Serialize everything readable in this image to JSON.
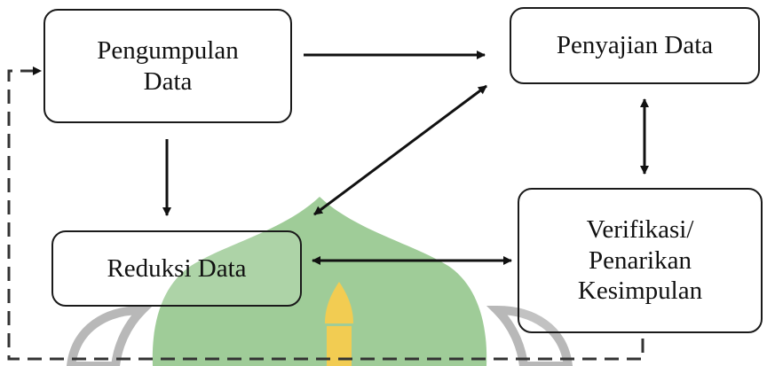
{
  "nodes": {
    "pengumpulan": {
      "lines": [
        "Pengumpulan",
        "Data"
      ]
    },
    "penyajian": {
      "lines": [
        "Penyajian Data"
      ]
    },
    "reduksi": {
      "lines": [
        "Reduksi Data"
      ]
    },
    "verifikasi": {
      "lines": [
        "Verifikasi/",
        "Penarikan",
        "Kesimpulan"
      ]
    }
  },
  "edges": [
    {
      "from": "Pengumpulan Data",
      "to": "Penyajian Data",
      "style": "solid",
      "arrow": "single"
    },
    {
      "from": "Pengumpulan Data",
      "to": "Reduksi Data",
      "style": "solid",
      "arrow": "single"
    },
    {
      "from": "Reduksi Data",
      "to": "Penyajian Data",
      "style": "solid",
      "arrow": "double"
    },
    {
      "from": "Penyajian Data",
      "to": "Verifikasi/ Penarikan Kesimpulan",
      "style": "solid",
      "arrow": "double"
    },
    {
      "from": "Reduksi Data",
      "to": "Verifikasi/ Penarikan Kesimpulan",
      "style": "solid",
      "arrow": "double"
    },
    {
      "from": "Verifikasi/ Penarikan Kesimpulan",
      "to": "Pengumpulan Data",
      "style": "dashed",
      "arrow": "single"
    }
  ],
  "colors": {
    "watermark_green": "#9fcc98",
    "watermark_gold": "#f2cc52",
    "watermark_grey": "#b8b8b8",
    "ink": "#111111"
  }
}
